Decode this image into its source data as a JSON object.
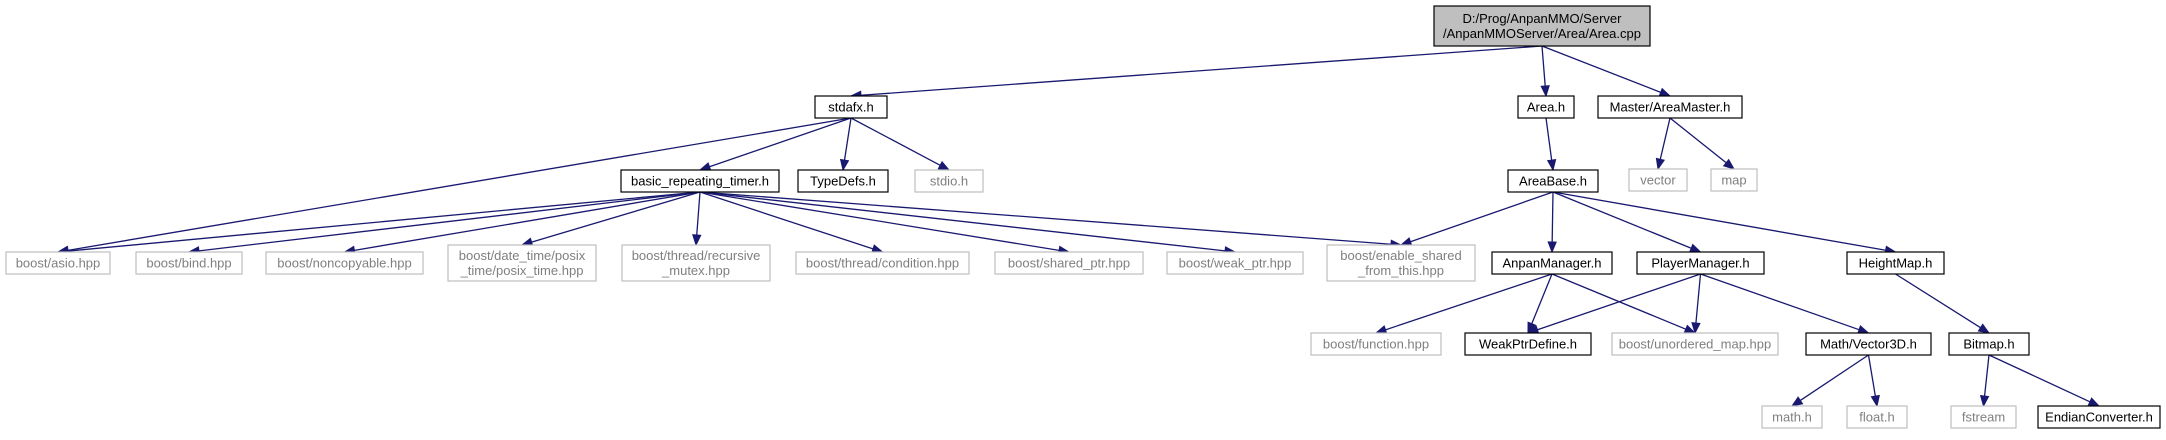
{
  "graph": {
    "colors": {
      "root_fill": "#bfbfbf",
      "doc_border": "#000000",
      "ext_border": "#bfbfbf",
      "ext_text": "#7f7f7f",
      "text": "#000000",
      "edge": "#191970"
    },
    "nodes": {
      "root": {
        "lines": [
          "D:/Prog/AnpanMMO/Server",
          "/AnpanMMOServer/Area/Area.cpp"
        ],
        "kind": "root"
      },
      "stdafx": {
        "lines": [
          "stdafx.h"
        ],
        "kind": "doc"
      },
      "area_h": {
        "lines": [
          "Area.h"
        ],
        "kind": "doc"
      },
      "area_master": {
        "lines": [
          "Master/AreaMaster.h"
        ],
        "kind": "doc"
      },
      "vector": {
        "lines": [
          "vector"
        ],
        "kind": "ext"
      },
      "map": {
        "lines": [
          "map"
        ],
        "kind": "ext"
      },
      "basic_timer": {
        "lines": [
          "basic_repeating_timer.h"
        ],
        "kind": "doc"
      },
      "typedefs": {
        "lines": [
          "TypeDefs.h"
        ],
        "kind": "doc"
      },
      "stdio": {
        "lines": [
          "stdio.h"
        ],
        "kind": "ext"
      },
      "area_base": {
        "lines": [
          "AreaBase.h"
        ],
        "kind": "doc"
      },
      "asio": {
        "lines": [
          "boost/asio.hpp"
        ],
        "kind": "ext"
      },
      "bind": {
        "lines": [
          "boost/bind.hpp"
        ],
        "kind": "ext"
      },
      "noncopyable": {
        "lines": [
          "boost/noncopyable.hpp"
        ],
        "kind": "ext"
      },
      "posix_time": {
        "lines": [
          "boost/date_time/posix",
          "_time/posix_time.hpp"
        ],
        "kind": "ext"
      },
      "recursive_mutex": {
        "lines": [
          "boost/thread/recursive",
          "_mutex.hpp"
        ],
        "kind": "ext"
      },
      "condition": {
        "lines": [
          "boost/thread/condition.hpp"
        ],
        "kind": "ext"
      },
      "shared_ptr": {
        "lines": [
          "boost/shared_ptr.hpp"
        ],
        "kind": "ext"
      },
      "weak_ptr": {
        "lines": [
          "boost/weak_ptr.hpp"
        ],
        "kind": "ext"
      },
      "enable_shared": {
        "lines": [
          "boost/enable_shared",
          "_from_this.hpp"
        ],
        "kind": "ext"
      },
      "anpan_manager": {
        "lines": [
          "AnpanManager.h"
        ],
        "kind": "doc"
      },
      "player_manager": {
        "lines": [
          "PlayerManager.h"
        ],
        "kind": "doc"
      },
      "height_map": {
        "lines": [
          "HeightMap.h"
        ],
        "kind": "doc"
      },
      "function": {
        "lines": [
          "boost/function.hpp"
        ],
        "kind": "ext"
      },
      "weak_ptr_define": {
        "lines": [
          "WeakPtrDefine.h"
        ],
        "kind": "doc"
      },
      "unordered_map": {
        "lines": [
          "boost/unordered_map.hpp"
        ],
        "kind": "ext"
      },
      "vector3d": {
        "lines": [
          "Math/Vector3D.h"
        ],
        "kind": "doc"
      },
      "bitmap": {
        "lines": [
          "Bitmap.h"
        ],
        "kind": "doc"
      },
      "math_h": {
        "lines": [
          "math.h"
        ],
        "kind": "ext"
      },
      "float_h": {
        "lines": [
          "float.h"
        ],
        "kind": "ext"
      },
      "fstream": {
        "lines": [
          "fstream"
        ],
        "kind": "ext"
      },
      "endian": {
        "lines": [
          "EndianConverter.h"
        ],
        "kind": "doc"
      }
    },
    "edges": [
      [
        "root",
        "stdafx"
      ],
      [
        "root",
        "area_h"
      ],
      [
        "root",
        "area_master"
      ],
      [
        "area_master",
        "vector"
      ],
      [
        "area_master",
        "map"
      ],
      [
        "stdafx",
        "basic_timer"
      ],
      [
        "stdafx",
        "typedefs"
      ],
      [
        "stdafx",
        "stdio"
      ],
      [
        "stdafx",
        "asio"
      ],
      [
        "basic_timer",
        "asio"
      ],
      [
        "basic_timer",
        "bind"
      ],
      [
        "basic_timer",
        "noncopyable"
      ],
      [
        "basic_timer",
        "posix_time"
      ],
      [
        "basic_timer",
        "recursive_mutex"
      ],
      [
        "basic_timer",
        "condition"
      ],
      [
        "basic_timer",
        "shared_ptr"
      ],
      [
        "basic_timer",
        "weak_ptr"
      ],
      [
        "basic_timer",
        "enable_shared"
      ],
      [
        "area_h",
        "area_base"
      ],
      [
        "area_base",
        "enable_shared"
      ],
      [
        "area_base",
        "anpan_manager"
      ],
      [
        "area_base",
        "player_manager"
      ],
      [
        "area_base",
        "height_map"
      ],
      [
        "anpan_manager",
        "function"
      ],
      [
        "anpan_manager",
        "weak_ptr_define"
      ],
      [
        "anpan_manager",
        "unordered_map"
      ],
      [
        "player_manager",
        "weak_ptr_define"
      ],
      [
        "player_manager",
        "unordered_map"
      ],
      [
        "player_manager",
        "vector3d"
      ],
      [
        "height_map",
        "bitmap"
      ],
      [
        "vector3d",
        "math_h"
      ],
      [
        "vector3d",
        "float_h"
      ],
      [
        "bitmap",
        "fstream"
      ],
      [
        "bitmap",
        "endian"
      ]
    ]
  }
}
